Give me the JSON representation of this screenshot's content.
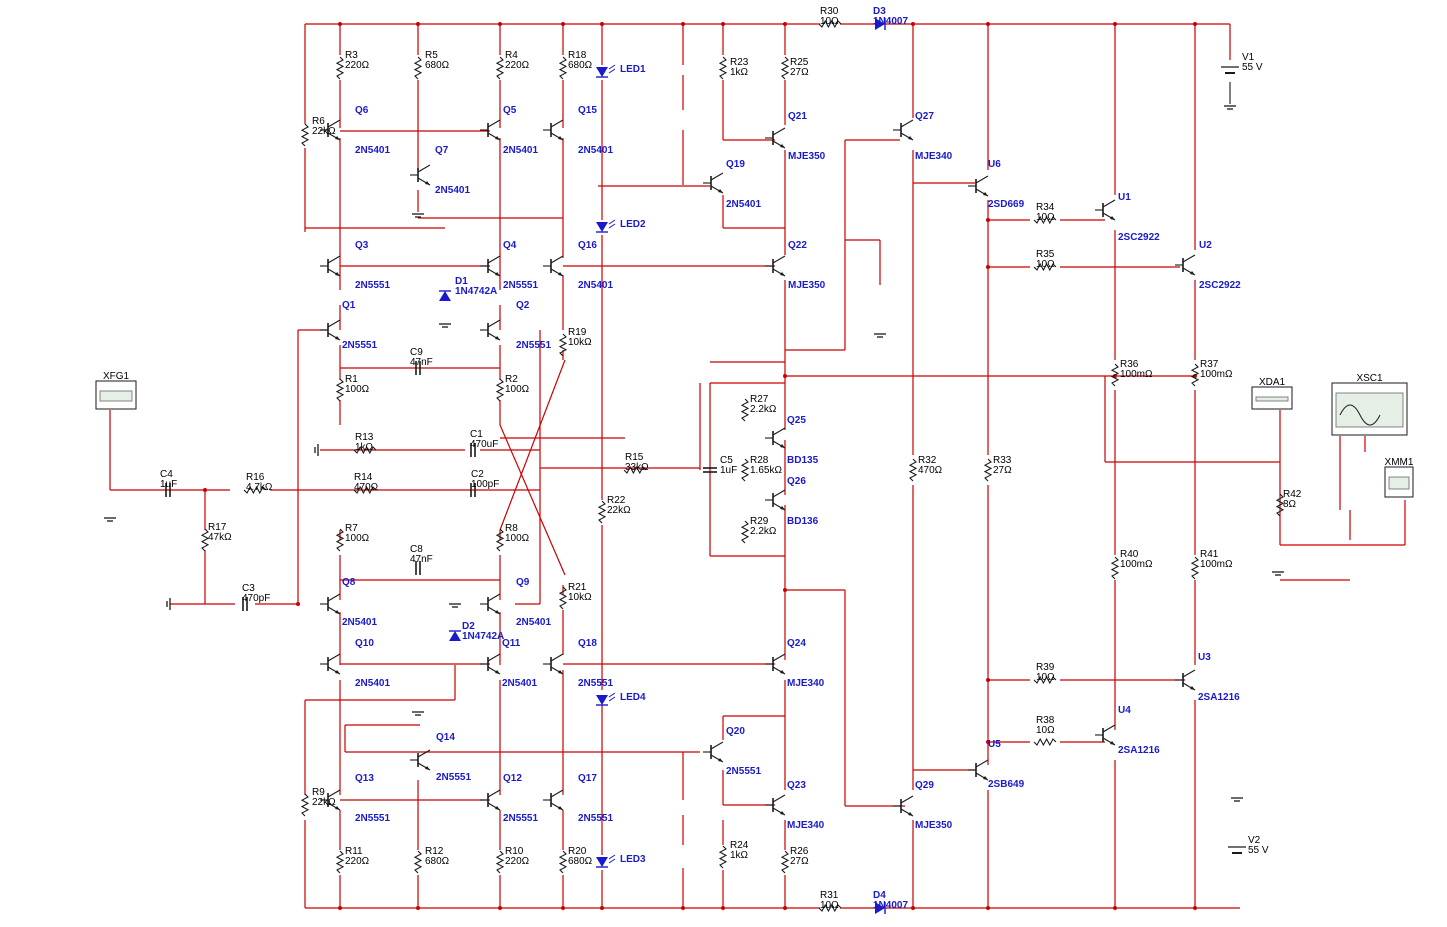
{
  "colors": {
    "wire": "#cc0000",
    "designator": "#1a1acc",
    "value": "#000000",
    "ground": "#1a1a1a"
  },
  "parts": [
    {
      "ref": "R3",
      "value": "220Ω"
    },
    {
      "ref": "R5",
      "value": "680Ω"
    },
    {
      "ref": "R4",
      "value": "220Ω"
    },
    {
      "ref": "R18",
      "value": "680Ω"
    },
    {
      "ref": "R23",
      "value": "1kΩ"
    },
    {
      "ref": "R25",
      "value": "27Ω"
    },
    {
      "ref": "R30",
      "value": "10Ω"
    },
    {
      "ref": "D3",
      "value": "1N4007"
    },
    {
      "ref": "V1",
      "value": "55 V"
    },
    {
      "ref": "R6",
      "value": "22kΩ"
    },
    {
      "ref": "Q6",
      "value": "2N5401"
    },
    {
      "ref": "Q5",
      "value": "2N5401"
    },
    {
      "ref": "Q7",
      "value": "2N5401"
    },
    {
      "ref": "Q15",
      "value": "2N5401"
    },
    {
      "ref": "LED1",
      "value": ""
    },
    {
      "ref": "Q21",
      "value": "MJE350"
    },
    {
      "ref": "Q27",
      "value": "MJE340"
    },
    {
      "ref": "Q19",
      "value": "2N5401"
    },
    {
      "ref": "U6",
      "value": "2SD669"
    },
    {
      "ref": "R34",
      "value": "10Ω"
    },
    {
      "ref": "U1",
      "value": "2SC2922"
    },
    {
      "ref": "LED2",
      "value": ""
    },
    {
      "ref": "Q3",
      "value": "2N5551"
    },
    {
      "ref": "Q4",
      "value": "2N5551"
    },
    {
      "ref": "Q16",
      "value": "2N5401"
    },
    {
      "ref": "Q22",
      "value": "MJE350"
    },
    {
      "ref": "U2",
      "value": "2SC2922"
    },
    {
      "ref": "R35",
      "value": "10Ω"
    },
    {
      "ref": "D1",
      "value": "1N4742A"
    },
    {
      "ref": "Q1",
      "value": "2N5551"
    },
    {
      "ref": "Q2",
      "value": "2N5551"
    },
    {
      "ref": "R19",
      "value": "10kΩ"
    },
    {
      "ref": "C9",
      "value": "47nF"
    },
    {
      "ref": "R1",
      "value": "100Ω"
    },
    {
      "ref": "R2",
      "value": "100Ω"
    },
    {
      "ref": "R36",
      "value": "100mΩ"
    },
    {
      "ref": "R37",
      "value": "100mΩ"
    },
    {
      "ref": "R27",
      "value": "2.2kΩ"
    },
    {
      "ref": "Q25",
      "value": "BD135"
    },
    {
      "ref": "R13",
      "value": "1kΩ"
    },
    {
      "ref": "C1",
      "value": "470uF"
    },
    {
      "ref": "R28",
      "value": "1.65kΩ"
    },
    {
      "ref": "Q26",
      "value": "BD136"
    },
    {
      "ref": "C4",
      "value": "1uF"
    },
    {
      "ref": "R16",
      "value": "4.7kΩ"
    },
    {
      "ref": "R14",
      "value": "470Ω"
    },
    {
      "ref": "C2",
      "value": "100pF"
    },
    {
      "ref": "R15",
      "value": "33kΩ"
    },
    {
      "ref": "C5",
      "value": "1uF"
    },
    {
      "ref": "R32",
      "value": "470Ω"
    },
    {
      "ref": "R33",
      "value": "27Ω"
    },
    {
      "ref": "R22",
      "value": "22kΩ"
    },
    {
      "ref": "R29",
      "value": "2.2kΩ"
    },
    {
      "ref": "R42",
      "value": "8Ω"
    },
    {
      "ref": "R17",
      "value": "47kΩ"
    },
    {
      "ref": "R7",
      "value": "100Ω"
    },
    {
      "ref": "R8",
      "value": "100Ω"
    },
    {
      "ref": "C8",
      "value": "47nF"
    },
    {
      "ref": "R40",
      "value": "100mΩ"
    },
    {
      "ref": "R41",
      "value": "100mΩ"
    },
    {
      "ref": "Q8",
      "value": "2N5401"
    },
    {
      "ref": "Q9",
      "value": "2N5401"
    },
    {
      "ref": "R21",
      "value": "10kΩ"
    },
    {
      "ref": "C3",
      "value": "470pF"
    },
    {
      "ref": "D2",
      "value": "1N4742A"
    },
    {
      "ref": "Q10",
      "value": "2N5401"
    },
    {
      "ref": "Q11",
      "value": "2N5401"
    },
    {
      "ref": "Q18",
      "value": "2N5551"
    },
    {
      "ref": "Q24",
      "value": "MJE340"
    },
    {
      "ref": "U3",
      "value": "2SA1216"
    },
    {
      "ref": "R39",
      "value": "10Ω"
    },
    {
      "ref": "LED4",
      "value": ""
    },
    {
      "ref": "Q20",
      "value": "2N5551"
    },
    {
      "ref": "U4",
      "value": "2SA1216"
    },
    {
      "ref": "R38",
      "value": "10Ω"
    },
    {
      "ref": "Q14",
      "value": "2N5551"
    },
    {
      "ref": "U5",
      "value": "2SB649"
    },
    {
      "ref": "Q13",
      "value": "2N5551"
    },
    {
      "ref": "Q12",
      "value": "2N5551"
    },
    {
      "ref": "Q17",
      "value": "2N5551"
    },
    {
      "ref": "Q23",
      "value": "MJE340"
    },
    {
      "ref": "Q29",
      "value": "MJE350"
    },
    {
      "ref": "R9",
      "value": "22kΩ"
    },
    {
      "ref": "R11",
      "value": "220Ω"
    },
    {
      "ref": "R12",
      "value": "680Ω"
    },
    {
      "ref": "R10",
      "value": "220Ω"
    },
    {
      "ref": "R20",
      "value": "680Ω"
    },
    {
      "ref": "LED3",
      "value": ""
    },
    {
      "ref": "R24",
      "value": "1kΩ"
    },
    {
      "ref": "R26",
      "value": "27Ω"
    },
    {
      "ref": "V2",
      "value": "55 V"
    },
    {
      "ref": "R31",
      "value": "10Ω"
    },
    {
      "ref": "D4",
      "value": "1N4007"
    }
  ],
  "instruments": {
    "function_generator": "XFG1",
    "distortion_analyzer": "XDA1",
    "oscilloscope": "XSC1",
    "multimeter": "XMM1"
  }
}
